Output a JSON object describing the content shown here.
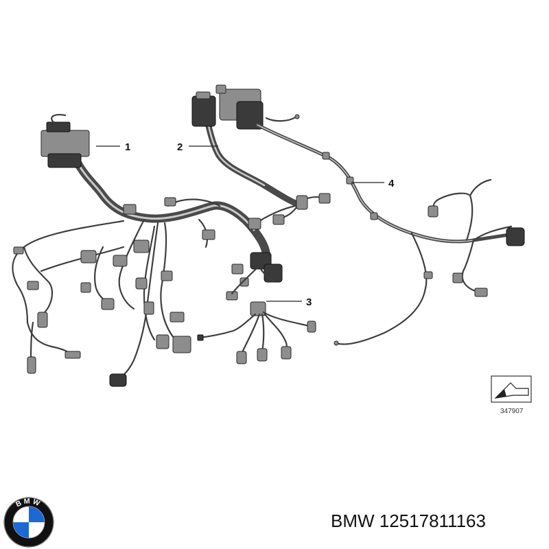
{
  "diagram": {
    "callouts": [
      "1",
      "2",
      "3",
      "4"
    ],
    "diagram_number": "347907"
  },
  "brand": {
    "logo_letters": "BMW",
    "part_label": "BMW 12517811163"
  },
  "colors": {
    "wire": "#3d3d3d",
    "connector": "#8d8d8d",
    "logo_blue": "#1c69d4",
    "logo_ring": "#111111"
  }
}
